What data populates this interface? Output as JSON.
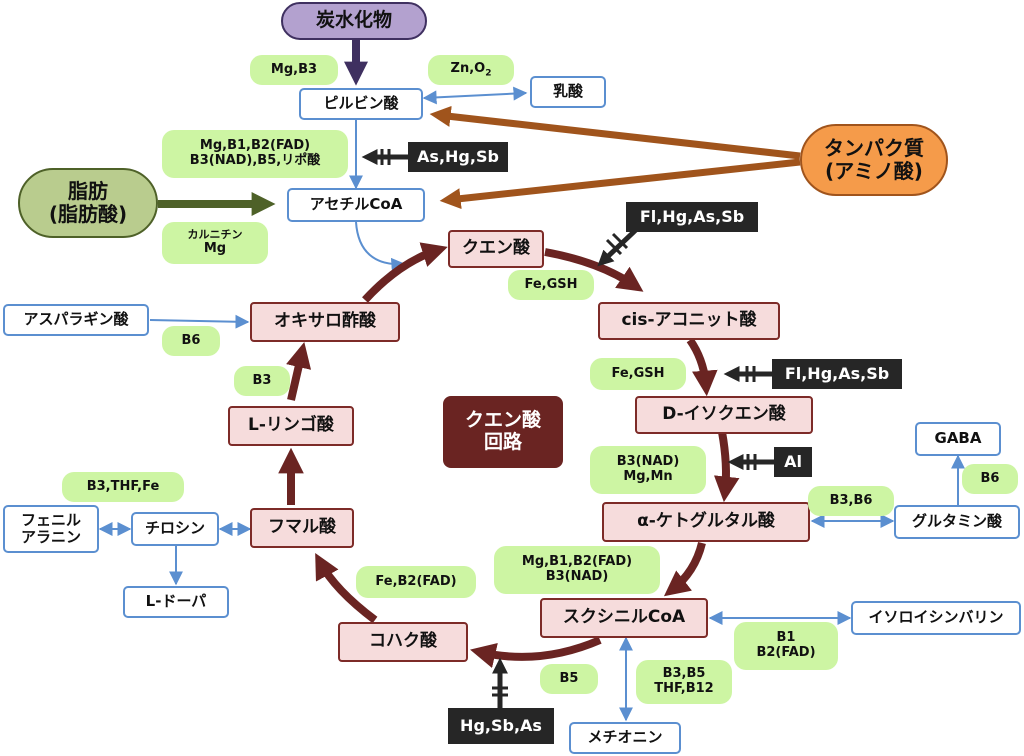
{
  "sources": {
    "carbohydrate": "炭水化物",
    "fat_line1": "脂肪",
    "fat_line2": "(脂肪酸)",
    "protein_line1": "タンパク質",
    "protein_line2": "(アミノ酸)"
  },
  "nodes": {
    "pyruvate": "ピルビン酸",
    "lactate": "乳酸",
    "acetyl_coa": "アセチルCoA",
    "citrate": "クエン酸",
    "cis_aconitate": "cis-アコニット酸",
    "isocitrate": "D-イソクエン酸",
    "alpha_kg": "α-ケトグルタル酸",
    "succinyl_coa": "スクシニルCoA",
    "succinate": "コハク酸",
    "fumarate": "フマル酸",
    "malate": "L-リンゴ酸",
    "oxaloacetate": "オキサロ酢酸",
    "asparagine": "アスパラギン酸",
    "tyrosine": "チロシン",
    "phenylalanine_line1": "フェニル",
    "phenylalanine_line2": "アラニン",
    "l_dopa": "L-ドーパ",
    "glutamate": "グルタミン酸",
    "gaba": "GABA",
    "ile_val": "イソロイシンバリン",
    "methionine": "メチオニン"
  },
  "cycle_title_line1": "クエン酸",
  "cycle_title_line2": "回路",
  "cofactors": {
    "mg_b3": "Mg,B3",
    "zn_o2": "Zn,O",
    "zn_o2_sub": "2",
    "pdh_line1": "Mg,B1,B2(FAD)",
    "pdh_line2": "B3(NAD),B5,リポ酸",
    "carnitine_line1": "カルニチン",
    "carnitine_line2": "Mg",
    "fe_gsh_1": "Fe,GSH",
    "fe_gsh_2": "Fe,GSH",
    "idh_line1": "B3(NAD)",
    "idh_line2": "Mg,Mn",
    "kgdh_line1": "Mg,B1,B2(FAD)",
    "kgdh_line2": "B3(NAD)",
    "b1_b2_line1": "B1",
    "b1_b2_line2": "B2(FAD)",
    "met_line1": "B3,B5",
    "met_line2": "THF,B12",
    "b5": "B5",
    "fe_b2": "Fe,B2(FAD)",
    "b3_malate": "B3",
    "b6_asp": "B6",
    "b3_thf_fe": "B3,THF,Fe",
    "b3_b6": "B3,B6",
    "b6_gaba": "B6"
  },
  "inhibitors": {
    "pdh": "As,Hg,Sb",
    "citrate": "Fl,Hg,As,Sb",
    "aconitase": "Fl,Hg,As,Sb",
    "idh": "Al",
    "succinyl": "Hg,Sb,As"
  },
  "colors": {
    "cycle_arrow": "#6a2422",
    "blue_line": "#5b8fd0",
    "carb_arrow": "#3f3060",
    "fat_arrow": "#4e6128",
    "protein_arrow": "#a0541c",
    "inhibitor": "#262626"
  }
}
